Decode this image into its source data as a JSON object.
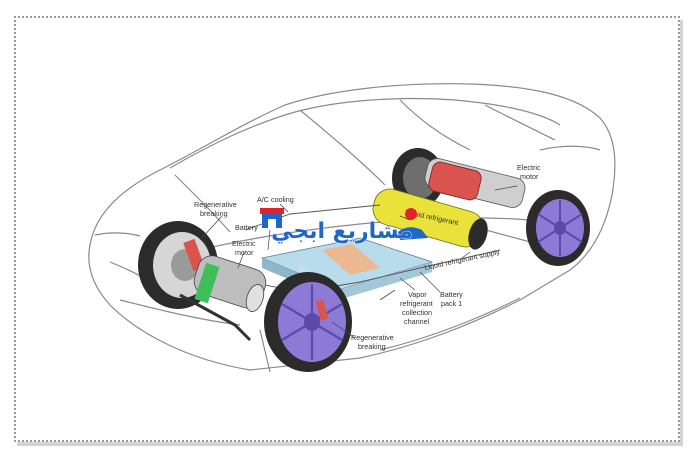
{
  "labels": {
    "regenerative_breaking_left_1": "Regenerative",
    "regenerative_breaking_left_2": "breaking",
    "ac_cooling": "A/C cooling",
    "battery_left": "Battery",
    "electric_motor_left_1": "Electric",
    "electric_motor_left_2": "motor",
    "electric_motor_right_1": "Electric",
    "electric_motor_right_2": "motor",
    "liquid_refrigerant_top": "Liquid refrigerant",
    "liquid_refrigerant_supply": "Liquid refrigerant supply",
    "vapor_1": "Vapor",
    "vapor_2": "refrigerant",
    "vapor_3": "collection",
    "vapor_4": "channel",
    "battery_pack_1": "Battery",
    "battery_pack_2": "pack 1",
    "regenerative_breaking_bottom_1": "Regenerative",
    "regenerative_breaking_bottom_2": "breaking"
  },
  "watermark": {
    "text": "مشاريع ابجي"
  },
  "colors": {
    "car_outline": "#8a8a8a",
    "battery_pack": "#b9dcec",
    "battery_stripe": "#f2b487",
    "motor_yellow": "#e9e23a",
    "motor_red": "#d9534f",
    "motor_green": "#3fbf5a",
    "wheel_purple": "#8c7ad6",
    "tire": "#2b2b2b",
    "watermark_blue": "#1f66c9",
    "watermark_red": "#e0242a"
  }
}
